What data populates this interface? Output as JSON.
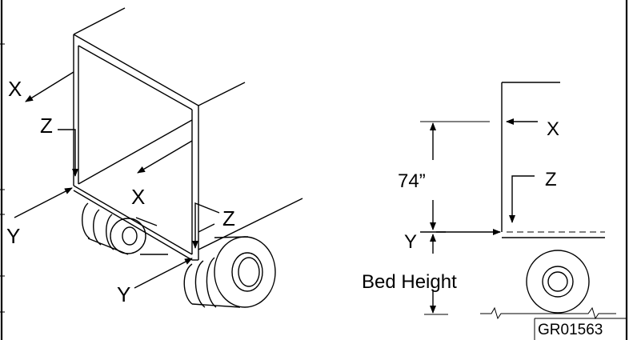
{
  "labels": {
    "left_x_outer": "X",
    "left_z_outer": "Z",
    "left_x_inner": "X",
    "left_z_inner": "Z",
    "left_y_outer": "Y",
    "left_y_inner": "Y",
    "right_x": "X",
    "right_z": "Z",
    "right_y": "Y",
    "dimension": "74”",
    "bed_height": "Bed Height",
    "figure_code": "GR01563"
  }
}
